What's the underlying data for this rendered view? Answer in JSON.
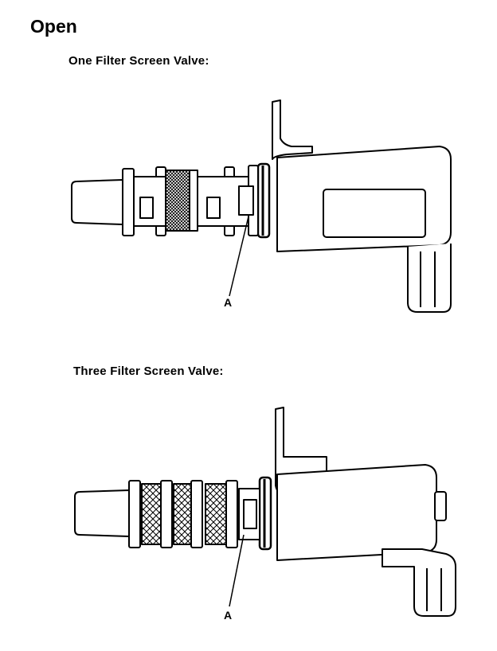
{
  "page": {
    "title": "Open"
  },
  "diagrams": [
    {
      "label": "One Filter Screen Valve:",
      "callout": "A"
    },
    {
      "label": "Three Filter Screen Valve:",
      "callout": "A"
    }
  ],
  "colors": {
    "ink": "#000000",
    "paper": "#ffffff",
    "screen_fill": "#777777"
  }
}
